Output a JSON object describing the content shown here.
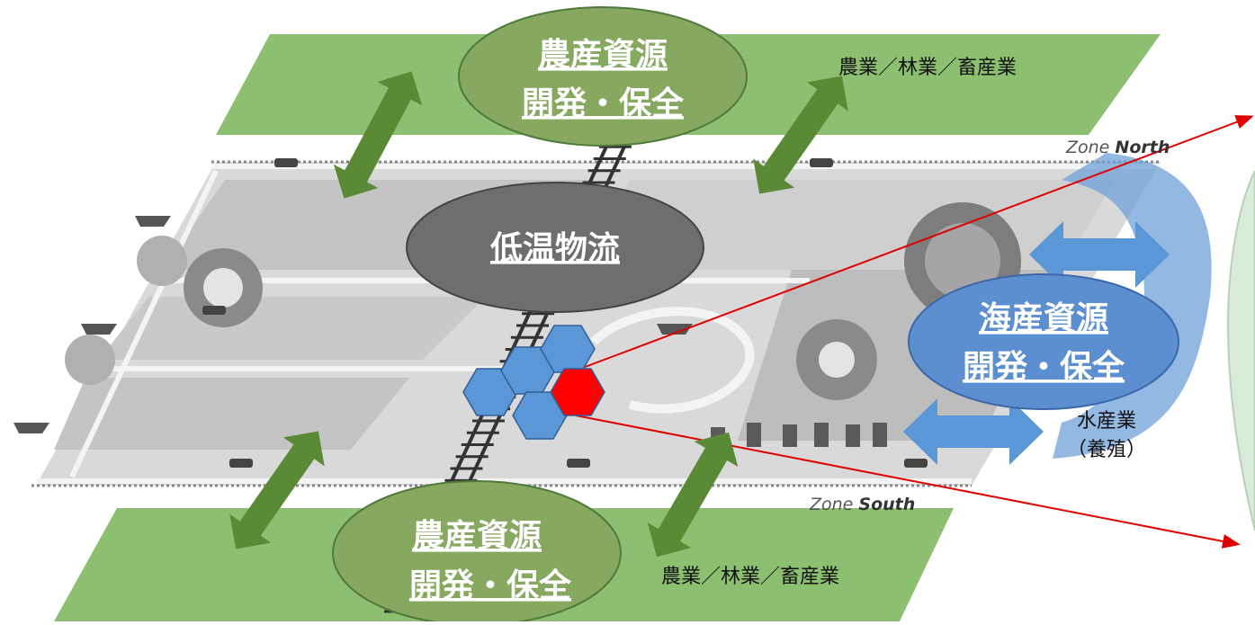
{
  "colors": {
    "field_green": "#8cc070",
    "bubble_green": "#86a85f",
    "arrow_green": "#5a8a35",
    "bubble_gray": "#6e6e6e",
    "sea_blue": "#6fa0d8",
    "arrow_blue": "#5b97d6",
    "hex_blue": "#5b97d6",
    "hex_red": "#ff0000",
    "leader_red": "#e00000"
  },
  "labels": {
    "agri_top": {
      "line1": "農産資源",
      "line2": "開発・保全"
    },
    "agri_bottom": {
      "line1": "農産資源",
      "line2": "開発・保全"
    },
    "cold_chain": "低温物流",
    "marine": {
      "line1": "海産資源",
      "line2": "開発・保全"
    },
    "industry_top": "農業／林業／畜産業",
    "industry_bottom": "農業／林業／畜産業",
    "fishery": {
      "line1": "水産業",
      "line2": "（養殖）"
    }
  },
  "zones": {
    "north": {
      "prefix": "Zone ",
      "name": "North"
    },
    "south": {
      "prefix": "Zone ",
      "name": "South"
    }
  },
  "icons": {
    "map_background": "industrial-zone-map",
    "rail": "railway-track",
    "ship": "ship-icon",
    "truck": "truck-icon",
    "hex_cluster": "hexagon-cluster"
  }
}
